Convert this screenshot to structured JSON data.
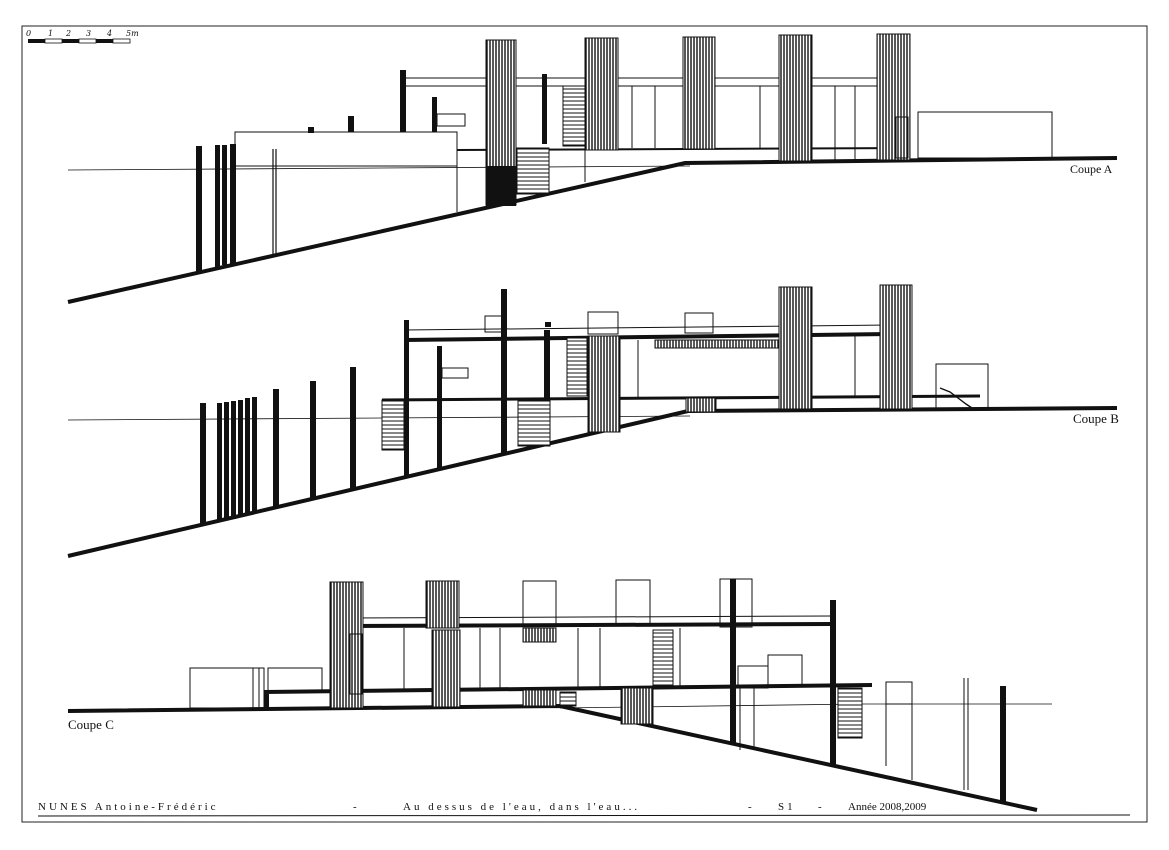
{
  "scale_bar": {
    "ticks": [
      "0",
      "1",
      "2",
      "3",
      "4",
      "5m"
    ]
  },
  "sections": {
    "a": {
      "label": "Coupe A"
    },
    "b": {
      "label": "Coupe B"
    },
    "c": {
      "label": "Coupe C"
    }
  },
  "footer": {
    "author": "NUNES Antoine-Frédéric",
    "sep1": "-",
    "project": "Au dessus de l'eau, dans l'eau...",
    "sep2": "-",
    "semester": "S1",
    "sep3": "-",
    "year": "Année 2008,2009"
  }
}
